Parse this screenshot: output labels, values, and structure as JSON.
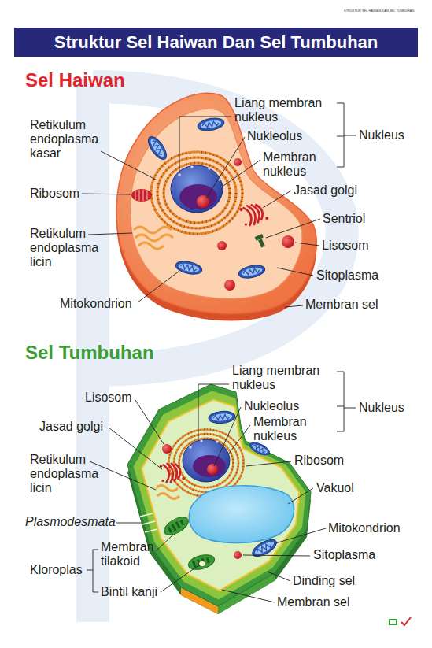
{
  "diagram": {
    "title": "Struktur Sel Haiwan Dan Sel Tumbuhan",
    "labels": [
      "STRUKTUR SEL HAIWAN DAN SEL TUMBUHAN",
      "Sel Haiwan",
      "Liang membran nukleus",
      "Retikulum endoplasma kasar",
      "Nukleolus",
      "Nukleus",
      "Membran nukleus",
      "Ribosom",
      "Jasad golgi",
      "Sentriol",
      "Retikulum endoplasma licin",
      "Lisosom",
      "Sitoplasma",
      "Mitokondrion",
      "Membran sel",
      "Sel Tumbuhan",
      "Liang membran nukleus",
      "Lisosom",
      "Nukleolus",
      "Nukleus",
      "Jasad golgi",
      "Membran nukleus",
      "Ribosom",
      "Retikulum endoplasma licin",
      "Vakuol",
      "Plasmodesmata",
      "Mitokondrion",
      "Membran tilakoid",
      "Kloroplas",
      "Sitoplasma",
      "Bintil kanji",
      "Dinding sel",
      "Membran sel"
    ]
  }
}
